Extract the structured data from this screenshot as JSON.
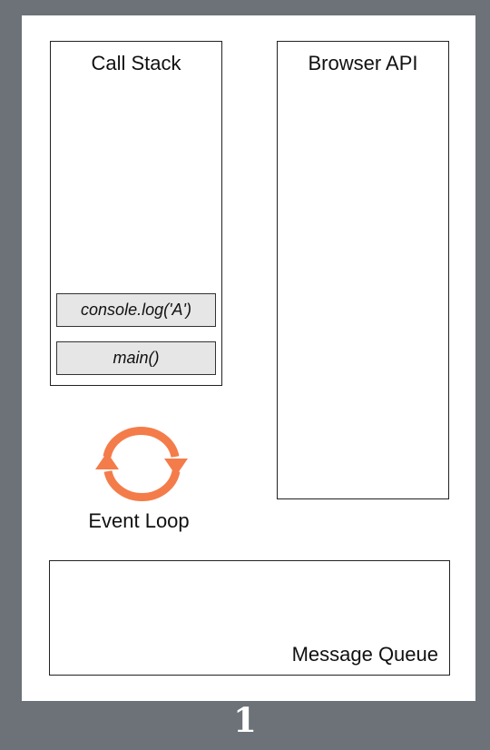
{
  "call_stack": {
    "title": "Call Stack",
    "frames": [
      "console.log('A')",
      "main()"
    ]
  },
  "browser_api": {
    "title": "Browser API"
  },
  "event_loop": {
    "label": "Event Loop",
    "icon": "refresh-cycle-icon",
    "color": "#f47c4a"
  },
  "message_queue": {
    "title": "Message Queue"
  },
  "step": {
    "number": "1"
  },
  "colors": {
    "frame_border": "#6c7277",
    "frame_fill": "#e6e6e6",
    "panel": "#ffffff"
  }
}
